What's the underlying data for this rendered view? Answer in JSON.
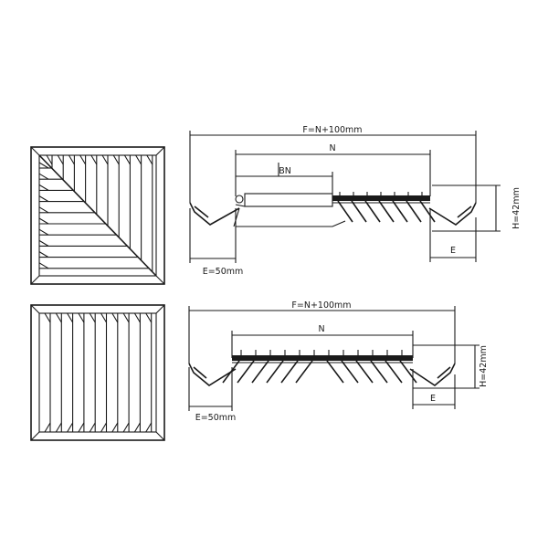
{
  "diagram": {
    "top": {
      "dim_f": "F=N+100mm",
      "dim_n": "N",
      "dim_bn": "BN",
      "dim_h": "H=42mm",
      "dim_e_left": "E=50mm",
      "dim_e_right": "E"
    },
    "bottom": {
      "dim_f": "F=N+100mm",
      "dim_n": "N",
      "dim_h": "H=42mm",
      "dim_e_left": "E=50mm",
      "dim_e_right": "E"
    }
  }
}
